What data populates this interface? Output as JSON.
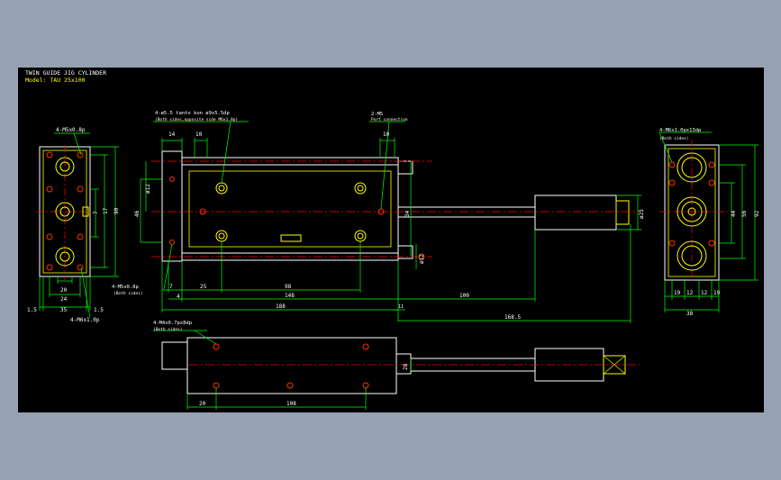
{
  "title": {
    "line1": "TWIN GUIDE JIG CYLINDER",
    "line2": "Model: TAU 25x100"
  },
  "colors": {
    "background": "#96a1b1",
    "canvas": "#000000",
    "outline": "#ffffff",
    "detail": "#ffff00",
    "dimension": "#00ff00",
    "centerline": "#ff0000",
    "text": "#ffffff",
    "port": "#ff3300"
  },
  "callouts": {
    "left_top": "4-M5x0.8p",
    "left_bottom": "4-M6x1.0p",
    "counterbore": "4-ø5.5 tanto kon ø9x5.5dp",
    "counterbore_note": "(Both sides,opposite side M6x1.0p)",
    "port_head": "2-M5",
    "port_note": "Port connection",
    "rod_end_thread": "4-M5x0.8p",
    "rod_end_note": "(Both sides)",
    "right_top": "4-M6x1.0px13dp",
    "right_note": "(Both sides)",
    "bottom_thread": "4-M4x0.7px8dp",
    "bottom_note": "(Both sides)"
  },
  "dims": {
    "d14": "14",
    "d10a": "10",
    "d10b": "10",
    "d12v": "ø12",
    "d46": "46",
    "d34": "34",
    "d12b": "ø12",
    "d25": "ø25",
    "d7": "7",
    "d4": "4",
    "d25h": "25",
    "d98": "98",
    "d148": "148",
    "d100": "100",
    "d188": "188",
    "d11": "11",
    "d1685": "168.5",
    "l20": "20",
    "l24": "24",
    "l35": "35",
    "l15a": "1.5",
    "l15b": "1.5",
    "l17": "17",
    "l90": "90",
    "l7": "7",
    "r44": "44",
    "r56": "56",
    "r92": "92",
    "r19a": "19",
    "r12a": "12",
    "r12b": "12",
    "r19b": "19",
    "r38": "38",
    "b20": "20",
    "b108": "108",
    "b28": "28"
  }
}
